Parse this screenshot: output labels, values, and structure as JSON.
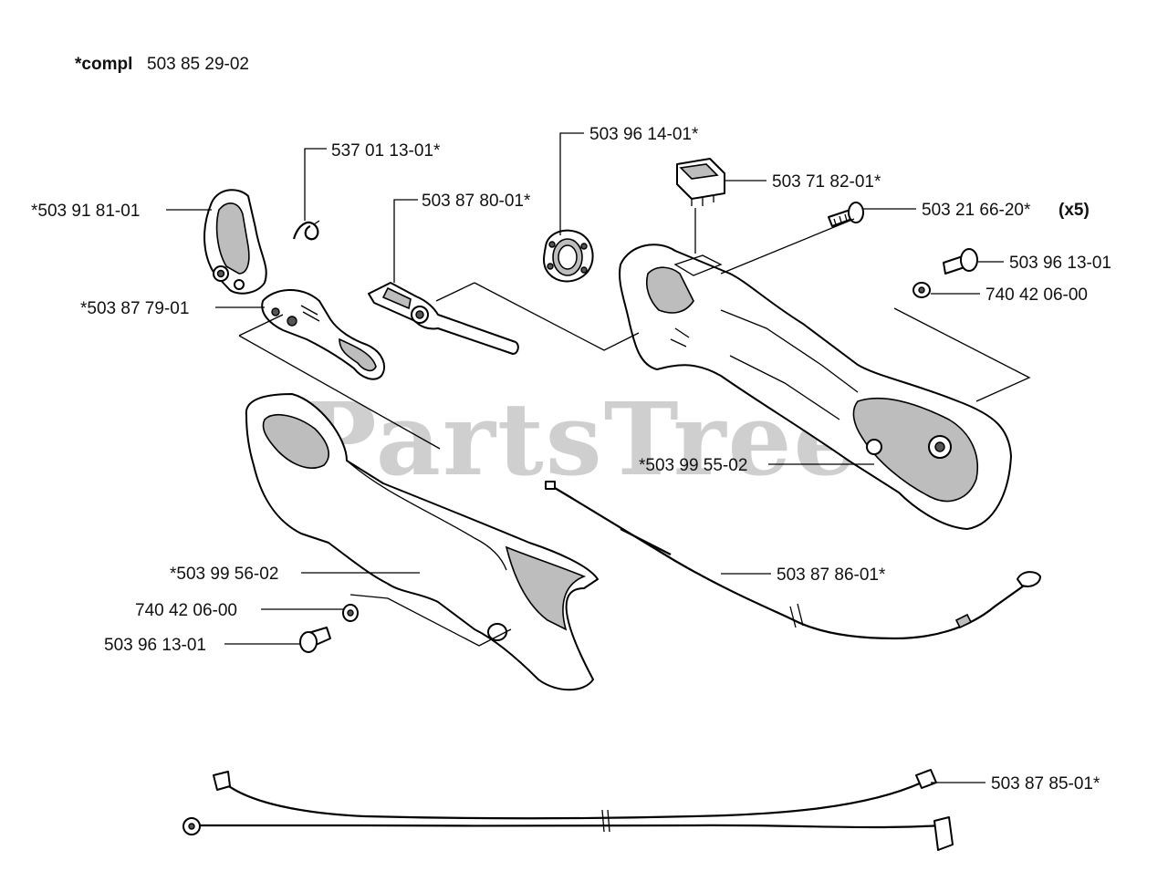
{
  "header": {
    "compl_prefix": "*compl",
    "compl_number": "503 85 29-02"
  },
  "watermark": "PartsTree",
  "labels": {
    "l_53701": "537 01 13-01*",
    "l_50391": "*503 91 81-01",
    "l_50387_80": "503 87 80-01*",
    "l_50387_79": "*503 87 79-01",
    "l_50396_14": "503 96 14-01*",
    "l_50371": "503 71 82-01*",
    "l_50321_a": "503 21 66-20*",
    "l_50321_b": "(x5)",
    "l_50396_13a": "503 96 13-01",
    "l_74042a": "740 42 06-00",
    "l_50399_55": "*503 99 55-02",
    "l_50399_56": "*503 99 56-02",
    "l_74042b": "740 42 06-00",
    "l_50396_13b": "503 96 13-01",
    "l_50387_86": "503 87 86-01*",
    "l_50387_85": "503 87 85-01*"
  }
}
